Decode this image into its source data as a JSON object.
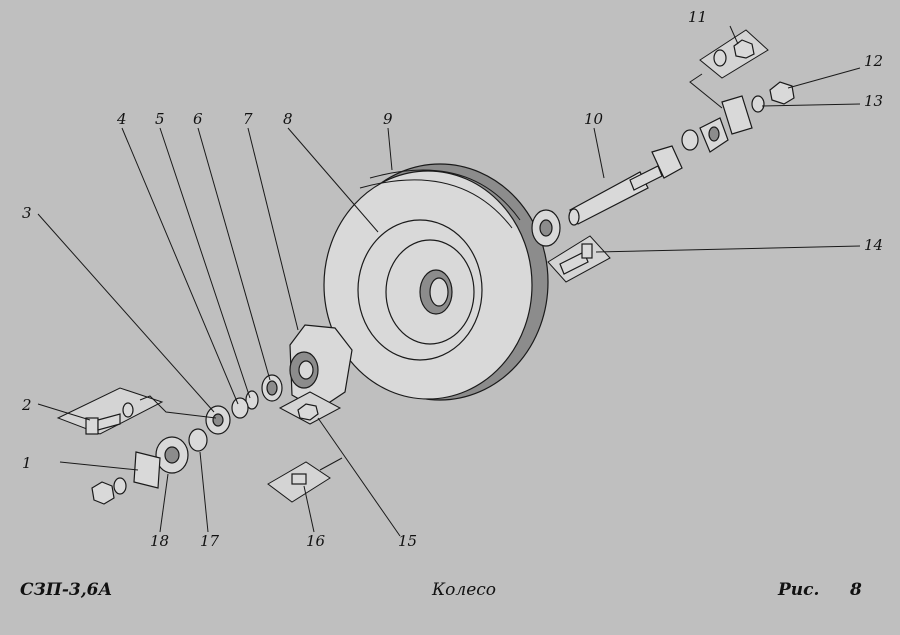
{
  "drawing": {
    "callouts": [
      "1",
      "2",
      "3",
      "4",
      "5",
      "6",
      "7",
      "8",
      "9",
      "10",
      "11",
      "12",
      "13",
      "14",
      "15",
      "16",
      "17",
      "18"
    ]
  },
  "footer": {
    "model": "СЗП-3,6А",
    "title": "Колесо",
    "figure_prefix": "Рис.",
    "figure_number": "8"
  }
}
